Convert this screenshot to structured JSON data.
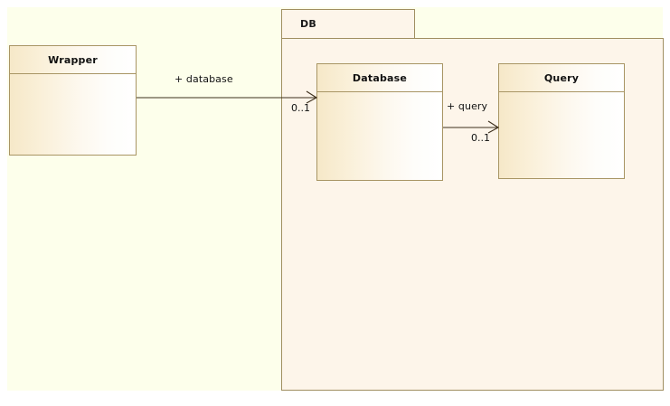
{
  "diagram": {
    "type": "uml-class-diagram",
    "canvas_color": "#fdffeb",
    "package_color": "#fdf5ea",
    "border_color": "#a08f61",
    "line_color": "#3d2f1c"
  },
  "package": {
    "name": "DB"
  },
  "classes": [
    {
      "id": "wrapper",
      "name": "Wrapper"
    },
    {
      "id": "database",
      "name": "Database"
    },
    {
      "id": "query",
      "name": "Query"
    }
  ],
  "associations": [
    {
      "id": "wrapper-database",
      "source": "Wrapper",
      "target": "Database",
      "role_label": "+ database",
      "target_multiplicity": "0..1"
    },
    {
      "id": "database-query",
      "source": "Database",
      "target": "Query",
      "role_label": "+ query",
      "target_multiplicity": "0..1"
    }
  ]
}
